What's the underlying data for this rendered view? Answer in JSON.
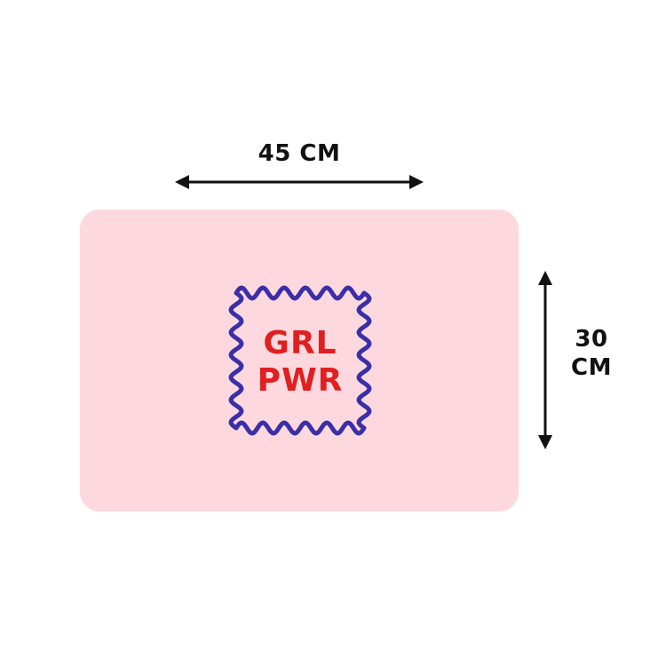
{
  "dimensions": {
    "width_label": "45 CM",
    "height_value": "30",
    "height_unit": "CM"
  },
  "mat": {
    "color": "#fdd9df",
    "stamp": {
      "border_color": "#3b2fa8",
      "text_color": "#e02020",
      "line1": "GRL",
      "line2": "PWR"
    }
  },
  "arrow_color": "#111111"
}
